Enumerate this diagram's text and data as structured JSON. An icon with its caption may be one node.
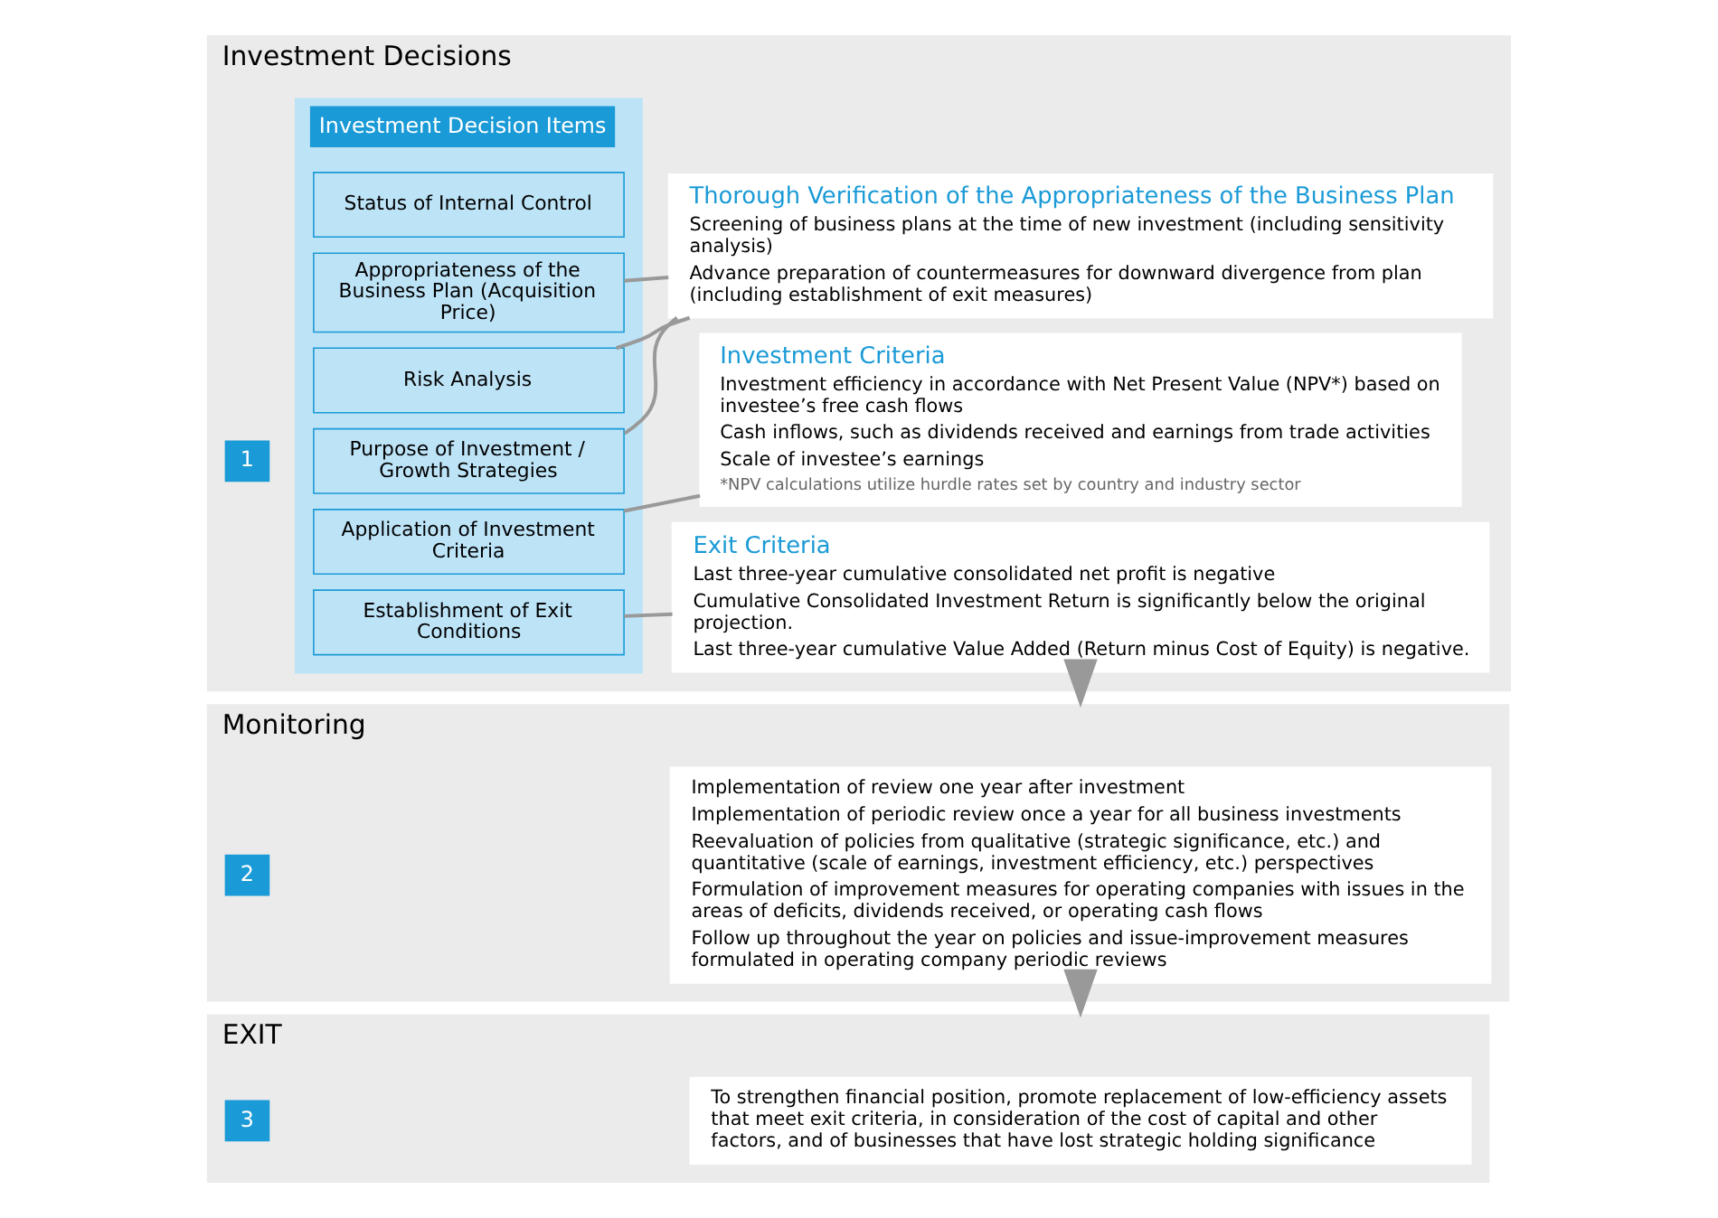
{
  "diagram": {
    "nodes": [
      {
        "text": [
          "Investment Decisions"
        ]
      },
      {
        "text": [
          "1"
        ],
        "in": 0
      },
      {
        "text": [
          "Investment Decision Items"
        ],
        "in": 0
      },
      {
        "text": [
          "Purpose of Investment / Growth Strategies"
        ],
        "in": 2
      },
      {
        "text": [
          "Risk Analysis"
        ],
        "in": 2
      },
      {
        "text": [
          "Appropriateness of the Business Plan (Acquisition Price)"
        ],
        "in": 2
      },
      {
        "text": [
          "Application of Investment Criteria"
        ],
        "in": 2
      },
      {
        "text": [
          "Establishment of Exit Conditions"
        ],
        "in": 2
      },
      {
        "text": [
          "Status of Internal Control"
        ],
        "in": 2
      },
      {
        "text": [
          "Thorough Verification of the Appropriateness of the Business Plan",
          "Screening of business plans at the time of new investment (including sensitivity analysis)",
          "Advance preparation of countermeasures for downward divergence from plan (including establishment of exit measures)"
        ],
        "in": 0
      },
      {
        "text": [
          "Investment Criteria",
          "Investment efficiency in accordance with Net Present Value (NPV*) based on investee’s free cash flows",
          "Cash inflows, such as dividends received and earnings from trade activities",
          "Scale of investee’s earnings",
          "*NPV calculations utilize hurdle rates set by country and industry sector"
        ],
        "in": 0
      },
      {
        "text": [
          "Exit Criteria",
          "Last three-year cumulative consolidated net profit is negative",
          "Cumulative Consolidated Investment Return is significantly below the original projection.",
          "Last three-year cumulative Value Added (Return minus Cost of Equity) is negative."
        ],
        "in": 0
      },
      {
        "text": [
          "Monitoring"
        ]
      },
      {
        "text": [
          "2"
        ],
        "in": 12
      },
      {
        "text": [
          "Implementation of review one year after investment",
          "Implementation of periodic review once a year for all business investments",
          "Reevaluation of policies from qualitative (strategic significance, etc.) and quantitative (scale of earnings, investment efficiency, etc.) perspectives",
          "Formulation of improvement measures for operating companies with issues in the areas of deficits, dividends received, or operating cash flows",
          "Follow up throughout the year on policies and issue-improvement measures formulated in operating company periodic reviews"
        ],
        "in": 12
      },
      {
        "text": [
          "EXIT"
        ]
      },
      {
        "text": [
          "3"
        ],
        "in": 15
      },
      {
        "text": [
          "To strengthen financial position, promote replacement of low-efficiency assets that meet exit criteria, in consideration of the cost of capital and other factors, and of businesses that have lost strategic holding significance"
        ],
        "in": 15
      }
    ],
    "edges": [
      {
        "from": 3,
        "to": 9,
        "arrow": "none"
      },
      {
        "from": 4,
        "to": 9,
        "arrow": "none"
      },
      {
        "from": 5,
        "to": 9,
        "arrow": "none"
      },
      {
        "from": 6,
        "to": 10,
        "arrow": "none"
      },
      {
        "from": 7,
        "to": 11,
        "arrow": "none"
      },
      {
        "from": 0,
        "to": 12,
        "arrow": "to"
      },
      {
        "from": 12,
        "to": 15,
        "arrow": "to"
      }
    ]
  }
}
